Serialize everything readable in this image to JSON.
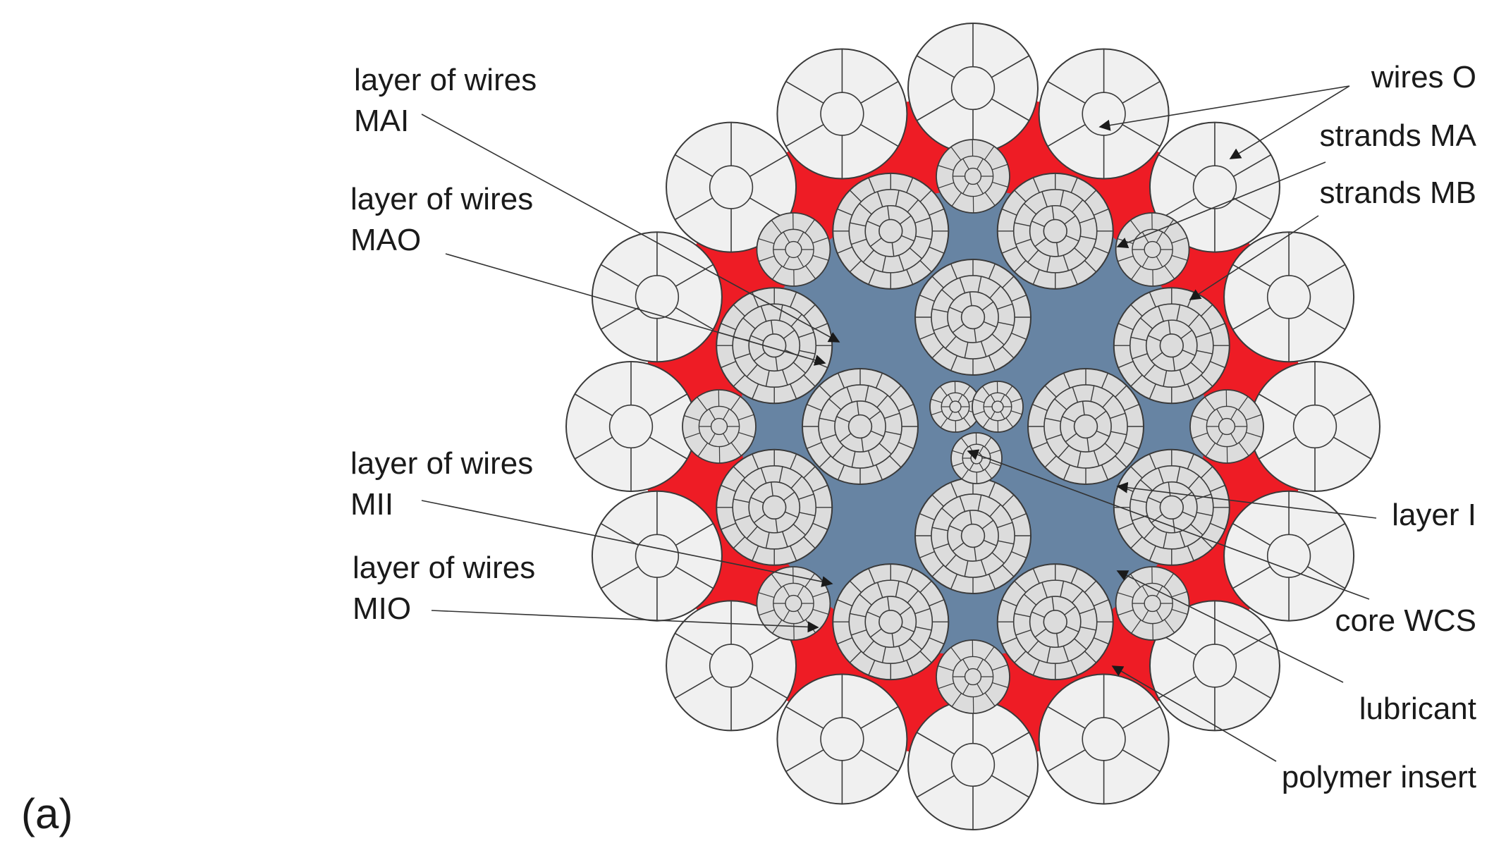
{
  "figure": {
    "panel_label": "(a)",
    "colors": {
      "polymer_insert": "#ee1c25",
      "lubricant": "#6784a3",
      "wire_fill": "#f0f0f0",
      "wire_fill_inner": "#dcdcdc",
      "wire_stroke": "#3a3a3a",
      "leader": "#333333"
    }
  },
  "labels": {
    "mai_line1": "layer of wires",
    "mai_line2": "MAI",
    "mao_line1": "layer of wires",
    "mao_line2": "MAO",
    "mii_line1": "layer of wires",
    "mii_line2": "MII",
    "mio_line1": "layer of wires",
    "mio_line2": "MIO",
    "wires_o": "wires O",
    "strands_ma": "strands MA",
    "strands_mb": "strands MB",
    "layer_i": "layer I",
    "core_wcs": "core WCS",
    "lubricant": "lubricant",
    "polymer_insert": "polymer insert"
  }
}
